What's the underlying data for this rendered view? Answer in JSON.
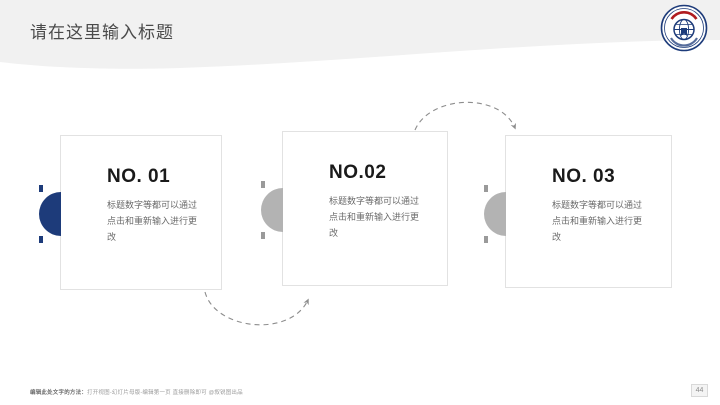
{
  "slide": {
    "title": "请在这里输入标题",
    "page_number": "44",
    "background_color": "#ffffff",
    "header_band_color": "#f1f1f1"
  },
  "logo": {
    "name": "university-seal-logo",
    "primary_color": "#1d3b7a",
    "accent_color": "#b01c20"
  },
  "cards": [
    {
      "title": "NO. 01",
      "body": "标题数字等都可以通过点击和重新输入进行更改",
      "badge_color": "#1d3b7a",
      "badge_style": "blue"
    },
    {
      "title": "NO.02",
      "body": "标题数字等都可以通过点击和重新输入进行更改",
      "badge_color": "#b3b3b3",
      "badge_style": "gray"
    },
    {
      "title": "NO. 03",
      "body": "标题数字等都可以通过点击和重新输入进行更改",
      "badge_color": "#b3b3b3",
      "badge_style": "gray"
    }
  ],
  "connectors": [
    {
      "name": "arrow-card1-to-card2",
      "direction": "down-arc",
      "style": "dashed"
    },
    {
      "name": "arrow-card2-to-card3",
      "direction": "up-arc",
      "style": "dashed"
    }
  ],
  "footer": {
    "label": "编辑此处文字的方法：",
    "text": "打开视图-幻灯片母版-编辑第一页 直接删除即可 @叙锐图出品"
  }
}
